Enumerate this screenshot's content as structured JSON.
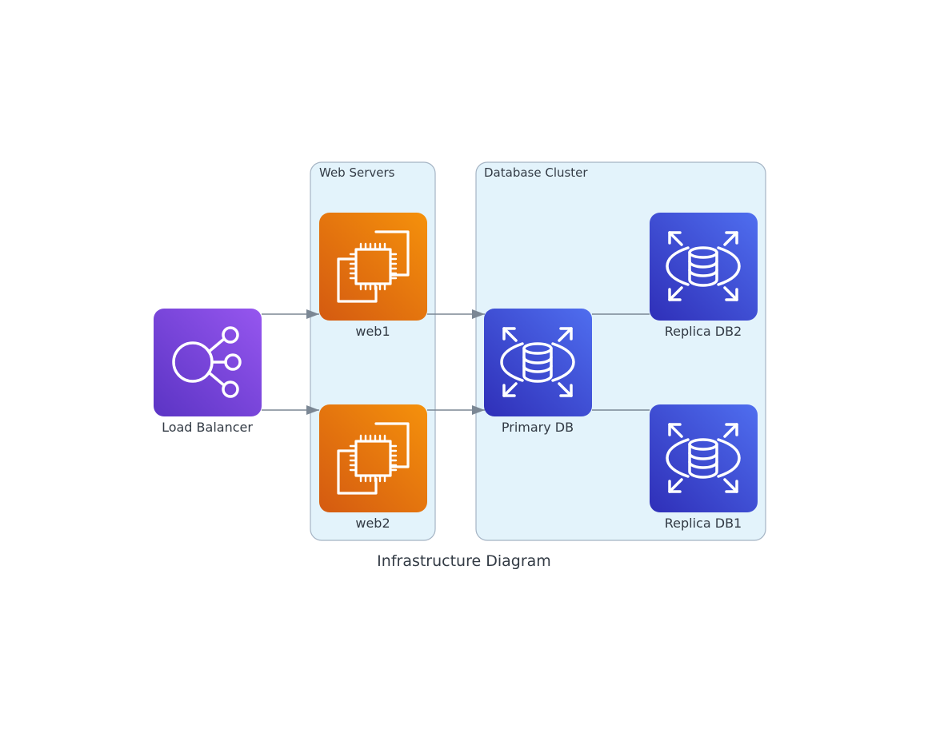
{
  "diagram": {
    "title": "Infrastructure Diagram",
    "clusters": {
      "web": {
        "label": "Web Servers"
      },
      "db": {
        "label": "Database Cluster"
      }
    },
    "nodes": {
      "lb": {
        "label": "Load Balancer",
        "icon": "load-balancer-icon"
      },
      "web1": {
        "label": "web1",
        "icon": "ec2-instance-icon"
      },
      "web2": {
        "label": "web2",
        "icon": "ec2-instance-icon"
      },
      "primary": {
        "label": "Primary DB",
        "icon": "rds-database-icon"
      },
      "replica2": {
        "label": "Replica DB2",
        "icon": "rds-database-icon"
      },
      "replica1": {
        "label": "Replica DB1",
        "icon": "rds-database-icon"
      }
    },
    "edges": [
      {
        "from": "Load Balancer",
        "to": "web1"
      },
      {
        "from": "Load Balancer",
        "to": "web2"
      },
      {
        "from": "web1",
        "to": "Primary DB"
      },
      {
        "from": "web2",
        "to": "Primary DB"
      },
      {
        "from": "Primary DB",
        "to": "Replica DB2"
      },
      {
        "from": "Primary DB",
        "to": "Replica DB1"
      }
    ],
    "colors": {
      "cluster_fill": "#e3f3fb",
      "cluster_border": "#a5b4c4",
      "edge": "#7b8794",
      "load_balancer": [
        "#5b34c4",
        "#9656ef"
      ],
      "compute": [
        "#d45a11",
        "#f5910b"
      ],
      "database": [
        "#2f2fb8",
        "#4f6eef"
      ],
      "text": "#333b45"
    }
  }
}
